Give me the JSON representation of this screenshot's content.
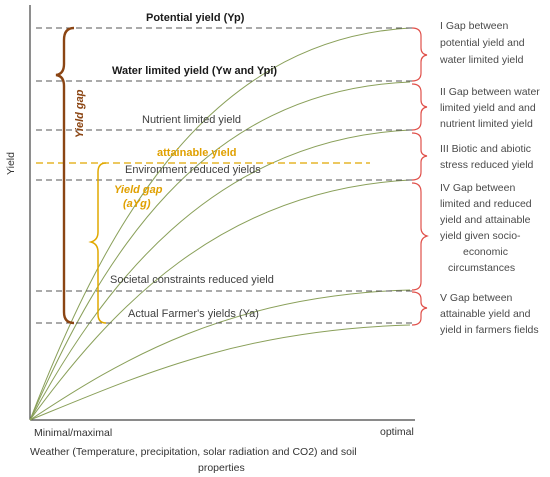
{
  "levels": {
    "potential": "Potential yield (Yp)",
    "water": "Water limited yield (Yw and Ypi)",
    "nutrient": "Nutrient limited yield",
    "attainable": "attainable yield",
    "environment": "Environment reduced yields",
    "societal": "Societal constraints reduced yield",
    "actual": "Actual Farmer's yields (Ya)"
  },
  "brackets": {
    "yield_gap": "Yield gap",
    "yield_gap_ayg_1": "Yield gap",
    "yield_gap_ayg_2": "(aYg)"
  },
  "gaps": [
    {
      "lines": [
        "I Gap between",
        "potential yield and",
        "water limited yield"
      ]
    },
    {
      "lines": [
        "II Gap between water",
        "limited yield and and",
        "nutrient limited yield"
      ]
    },
    {
      "lines": [
        "III Biotic and abiotic",
        "stress reduced yield"
      ]
    },
    {
      "lines": [
        "IV Gap between",
        "limited and reduced",
        "yield and attainable",
        "yield given socio-",
        "economic",
        "circumstances"
      ]
    },
    {
      "lines": [
        "V Gap between",
        "attainable yield and",
        "yield in farmers fields"
      ]
    }
  ],
  "axes": {
    "ylabel": "Yield",
    "xmin_label": "Minimal/maximal",
    "xmax_label": "optimal",
    "xlabel_1": "Weather (Temperature, precipitation, solar radiation and CO2) and soil",
    "xlabel_2": "properties"
  },
  "colors": {
    "curve": "#8aa05a",
    "dash": "#555555",
    "brown": "#8b4513",
    "gold": "#e0a800",
    "red": "#e0504a",
    "axis": "#444444"
  }
}
